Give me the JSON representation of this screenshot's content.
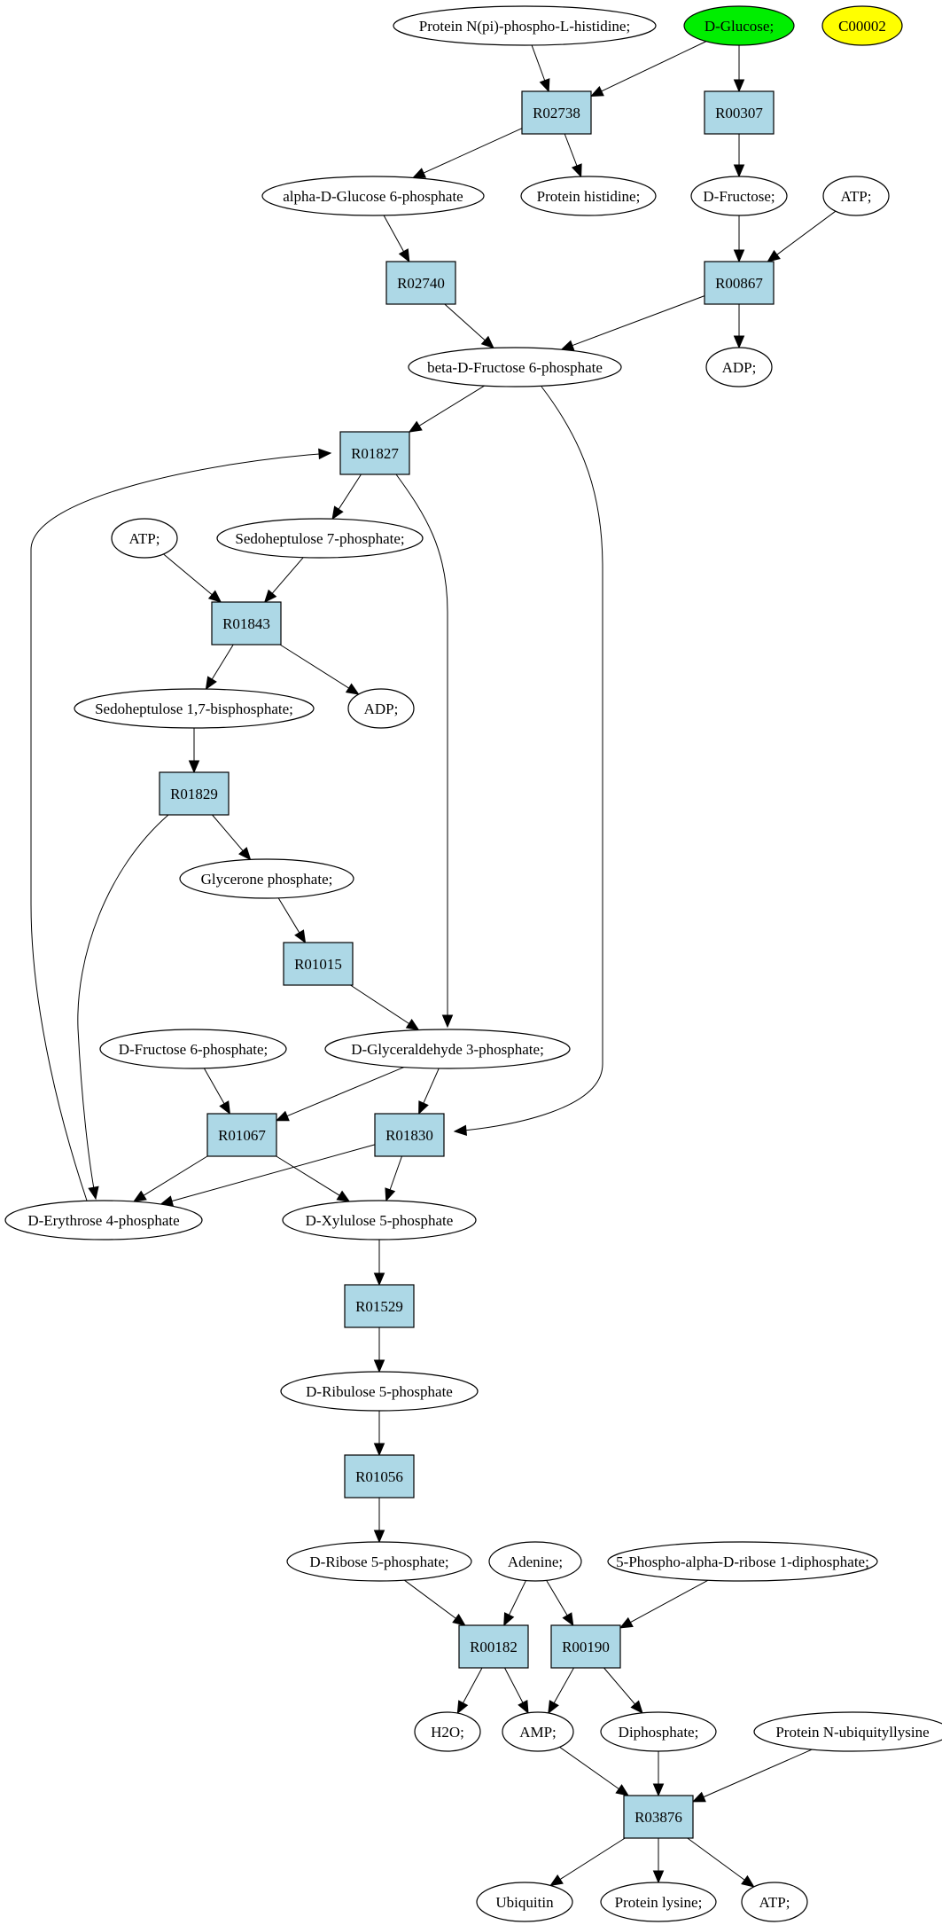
{
  "colors": {
    "compound": "#ffffff",
    "reaction": "#add8e6",
    "start": "#00ee00",
    "target": "#ffff00",
    "line": "#000000"
  },
  "nodes": [
    {
      "id": "protein_npi_his",
      "kind": "compound",
      "label": "Protein N(pi)-phospho-L-histidine;"
    },
    {
      "id": "d_glucose",
      "kind": "start",
      "label": "D-Glucose;"
    },
    {
      "id": "c00002",
      "kind": "target",
      "label": "C00002"
    },
    {
      "id": "r02738",
      "kind": "reaction",
      "label": "R02738"
    },
    {
      "id": "r00307",
      "kind": "reaction",
      "label": "R00307"
    },
    {
      "id": "alpha_g6p",
      "kind": "compound",
      "label": "alpha-D-Glucose 6-phosphate"
    },
    {
      "id": "protein_histidine",
      "kind": "compound",
      "label": "Protein histidine;"
    },
    {
      "id": "d_fructose",
      "kind": "compound",
      "label": "D-Fructose;"
    },
    {
      "id": "atp_top",
      "kind": "compound",
      "label": "ATP;"
    },
    {
      "id": "r02740",
      "kind": "reaction",
      "label": "R02740"
    },
    {
      "id": "r00867",
      "kind": "reaction",
      "label": "R00867"
    },
    {
      "id": "beta_f6p",
      "kind": "compound",
      "label": "beta-D-Fructose 6-phosphate"
    },
    {
      "id": "adp_top",
      "kind": "compound",
      "label": "ADP;"
    },
    {
      "id": "r01827",
      "kind": "reaction",
      "label": "R01827"
    },
    {
      "id": "atp_mid",
      "kind": "compound",
      "label": "ATP;"
    },
    {
      "id": "s7p",
      "kind": "compound",
      "label": "Sedoheptulose 7-phosphate;"
    },
    {
      "id": "r01843",
      "kind": "reaction",
      "label": "R01843"
    },
    {
      "id": "s17bp",
      "kind": "compound",
      "label": "Sedoheptulose 1,7-bisphosphate;"
    },
    {
      "id": "adp_mid",
      "kind": "compound",
      "label": "ADP;"
    },
    {
      "id": "r01829",
      "kind": "reaction",
      "label": "R01829"
    },
    {
      "id": "glycerone_p",
      "kind": "compound",
      "label": "Glycerone phosphate;"
    },
    {
      "id": "r01015",
      "kind": "reaction",
      "label": "R01015"
    },
    {
      "id": "d_f6p",
      "kind": "compound",
      "label": "D-Fructose 6-phosphate;"
    },
    {
      "id": "g3p",
      "kind": "compound",
      "label": "D-Glyceraldehyde 3-phosphate;"
    },
    {
      "id": "r01067",
      "kind": "reaction",
      "label": "R01067"
    },
    {
      "id": "r01830",
      "kind": "reaction",
      "label": "R01830"
    },
    {
      "id": "e4p",
      "kind": "compound",
      "label": "D-Erythrose 4-phosphate"
    },
    {
      "id": "x5p",
      "kind": "compound",
      "label": "D-Xylulose 5-phosphate"
    },
    {
      "id": "r01529",
      "kind": "reaction",
      "label": "R01529"
    },
    {
      "id": "ru5p",
      "kind": "compound",
      "label": "D-Ribulose 5-phosphate"
    },
    {
      "id": "r01056",
      "kind": "reaction",
      "label": "R01056"
    },
    {
      "id": "r5p",
      "kind": "compound",
      "label": "D-Ribose 5-phosphate;"
    },
    {
      "id": "adenine",
      "kind": "compound",
      "label": "Adenine;"
    },
    {
      "id": "prpp",
      "kind": "compound",
      "label": "5-Phospho-alpha-D-ribose 1-diphosphate;"
    },
    {
      "id": "r00182",
      "kind": "reaction",
      "label": "R00182"
    },
    {
      "id": "r00190",
      "kind": "reaction",
      "label": "R00190"
    },
    {
      "id": "h2o",
      "kind": "compound",
      "label": "H2O;"
    },
    {
      "id": "amp",
      "kind": "compound",
      "label": "AMP;"
    },
    {
      "id": "diphosphate",
      "kind": "compound",
      "label": "Diphosphate;"
    },
    {
      "id": "protein_n_ubiq",
      "kind": "compound",
      "label": "Protein N-ubiquityllysine"
    },
    {
      "id": "r03876",
      "kind": "reaction",
      "label": "R03876"
    },
    {
      "id": "ubiquitin",
      "kind": "compound",
      "label": "Ubiquitin"
    },
    {
      "id": "protein_lysine",
      "kind": "compound",
      "label": "Protein lysine;"
    },
    {
      "id": "atp_bottom",
      "kind": "compound",
      "label": "ATP;"
    }
  ],
  "edges": [
    {
      "from": "protein_npi_his",
      "to": "r02738"
    },
    {
      "from": "d_glucose",
      "to": "r02738"
    },
    {
      "from": "d_glucose",
      "to": "r00307"
    },
    {
      "from": "r02738",
      "to": "alpha_g6p"
    },
    {
      "from": "r02738",
      "to": "protein_histidine"
    },
    {
      "from": "r00307",
      "to": "d_fructose"
    },
    {
      "from": "alpha_g6p",
      "to": "r02740"
    },
    {
      "from": "d_fructose",
      "to": "r00867"
    },
    {
      "from": "atp_top",
      "to": "r00867"
    },
    {
      "from": "r02740",
      "to": "beta_f6p"
    },
    {
      "from": "r00867",
      "to": "beta_f6p"
    },
    {
      "from": "r00867",
      "to": "adp_top"
    },
    {
      "from": "beta_f6p",
      "to": "r01827"
    },
    {
      "from": "beta_f6p",
      "to": "r01830"
    },
    {
      "from": "r01827",
      "to": "s7p"
    },
    {
      "from": "r01827",
      "to": "g3p"
    },
    {
      "from": "atp_mid",
      "to": "r01843"
    },
    {
      "from": "s7p",
      "to": "r01843"
    },
    {
      "from": "r01843",
      "to": "s17bp"
    },
    {
      "from": "r01843",
      "to": "adp_mid"
    },
    {
      "from": "s17bp",
      "to": "r01829"
    },
    {
      "from": "r01829",
      "to": "glycerone_p"
    },
    {
      "from": "r01829",
      "to": "e4p"
    },
    {
      "from": "glycerone_p",
      "to": "r01015"
    },
    {
      "from": "r01015",
      "to": "g3p"
    },
    {
      "from": "d_f6p",
      "to": "r01067"
    },
    {
      "from": "g3p",
      "to": "r01067"
    },
    {
      "from": "g3p",
      "to": "r01830"
    },
    {
      "from": "r01067",
      "to": "e4p"
    },
    {
      "from": "r01067",
      "to": "x5p"
    },
    {
      "from": "r01830",
      "to": "e4p"
    },
    {
      "from": "r01830",
      "to": "x5p"
    },
    {
      "from": "e4p",
      "to": "r01827"
    },
    {
      "from": "x5p",
      "to": "r01529"
    },
    {
      "from": "r01529",
      "to": "ru5p"
    },
    {
      "from": "ru5p",
      "to": "r01056"
    },
    {
      "from": "r01056",
      "to": "r5p"
    },
    {
      "from": "r5p",
      "to": "r00182"
    },
    {
      "from": "adenine",
      "to": "r00182"
    },
    {
      "from": "adenine",
      "to": "r00190"
    },
    {
      "from": "prpp",
      "to": "r00190"
    },
    {
      "from": "r00182",
      "to": "h2o"
    },
    {
      "from": "r00182",
      "to": "amp"
    },
    {
      "from": "r00190",
      "to": "amp"
    },
    {
      "from": "r00190",
      "to": "diphosphate"
    },
    {
      "from": "amp",
      "to": "r03876"
    },
    {
      "from": "diphosphate",
      "to": "r03876"
    },
    {
      "from": "protein_n_ubiq",
      "to": "r03876"
    },
    {
      "from": "r03876",
      "to": "ubiquitin"
    },
    {
      "from": "r03876",
      "to": "protein_lysine"
    },
    {
      "from": "r03876",
      "to": "atp_bottom"
    }
  ]
}
